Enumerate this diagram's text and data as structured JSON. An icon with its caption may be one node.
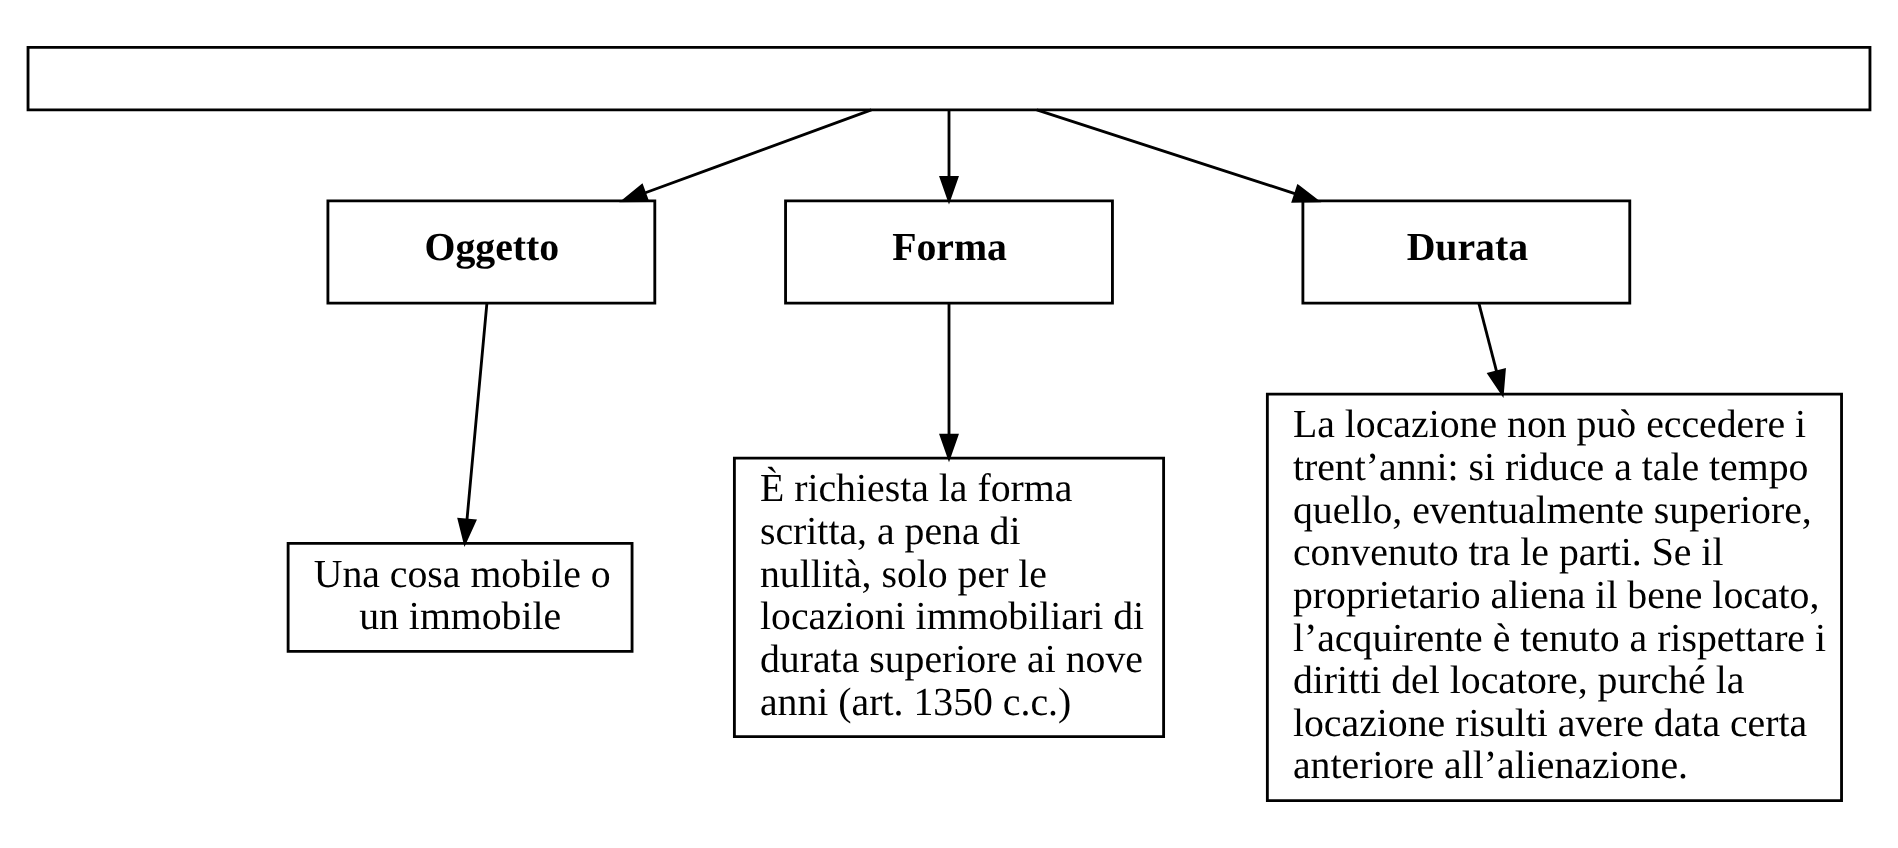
{
  "diagram": {
    "nodes": [
      {
        "text": [],
        "shape": "box"
      },
      {
        "text": [
          "Oggetto"
        ]
      },
      {
        "text": [
          "Forma"
        ]
      },
      {
        "text": [
          "Durata"
        ]
      },
      {
        "text": [
          "Una cosa mobile o un immobile"
        ]
      },
      {
        "text": [
          "È richiesta la forma scritta, a pena di nullità, solo per le locazioni immobiliari di durata superiore ai nove anni (art. 1350 c.c.)"
        ]
      },
      {
        "text": [
          "La locazione non può eccedere i trent’anni: si riduce a tale tempo quello, eventualmente superiore, convenuto tra le parti. Se il proprietario aliena il bene locato, l’acquirente è tenuto a rispettare i diritti del locatore, purché la locazione risulti avere data certa anteriore all’alienazione."
        ]
      }
    ],
    "edges": [
      {
        "from": 0,
        "to": 1,
        "arrow": "to"
      },
      {
        "from": 0,
        "to": 2,
        "arrow": "to"
      },
      {
        "from": 0,
        "to": 3,
        "arrow": "to"
      },
      {
        "from": 1,
        "to": 4,
        "arrow": "to"
      },
      {
        "from": 2,
        "to": 5,
        "arrow": "to"
      },
      {
        "from": 3,
        "to": 6,
        "arrow": "to"
      }
    ]
  }
}
